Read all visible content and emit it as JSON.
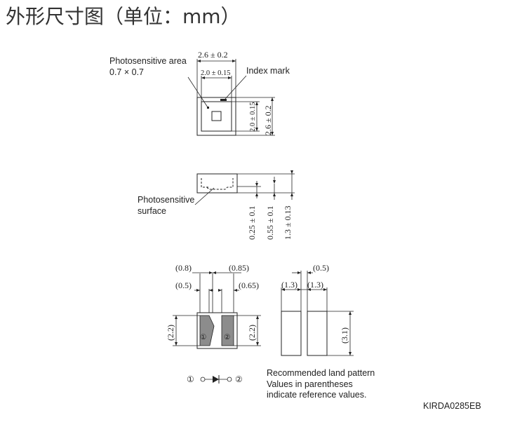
{
  "title": "外形尺寸图（单位：mm）",
  "top_view": {
    "photosensitive_area_label": "Photosensitive area",
    "photosensitive_area_size": "0.7 × 0.7",
    "index_mark_label": "Index mark",
    "width_outer": "2.6 ± 0.2",
    "width_inner": "2.0 ± 0.15",
    "height_inner": "2.0 ± 0.15",
    "height_outer": "2.6 ± 0.2"
  },
  "side_view": {
    "surface_label_line1": "Photosensitive",
    "surface_label_line2": "surface",
    "dim_a": "0.25 ± 0.1",
    "dim_b": "0.55 ± 0.1",
    "dim_c": "1.3 ± 0.13"
  },
  "bottom_view": {
    "dim_08": "(0.8)",
    "dim_085": "(0.85)",
    "dim_05": "(0.5)",
    "dim_065": "(0.65)",
    "dim_22_left": "(2.2)",
    "dim_22_right": "(2.2)",
    "pin1": "①",
    "pin2": "②"
  },
  "land_pattern": {
    "gap": "(0.5)",
    "pad_left": "(1.3)",
    "pad_right": "(1.3)",
    "height": "(3.1)",
    "note_line1": "Recommended land pattern",
    "note_line2": "Values in parentheses",
    "note_line3": "indicate reference values."
  },
  "symbol": {
    "pin1": "①",
    "pin2": "②"
  },
  "drawing_code": "KIRDA0285EB"
}
